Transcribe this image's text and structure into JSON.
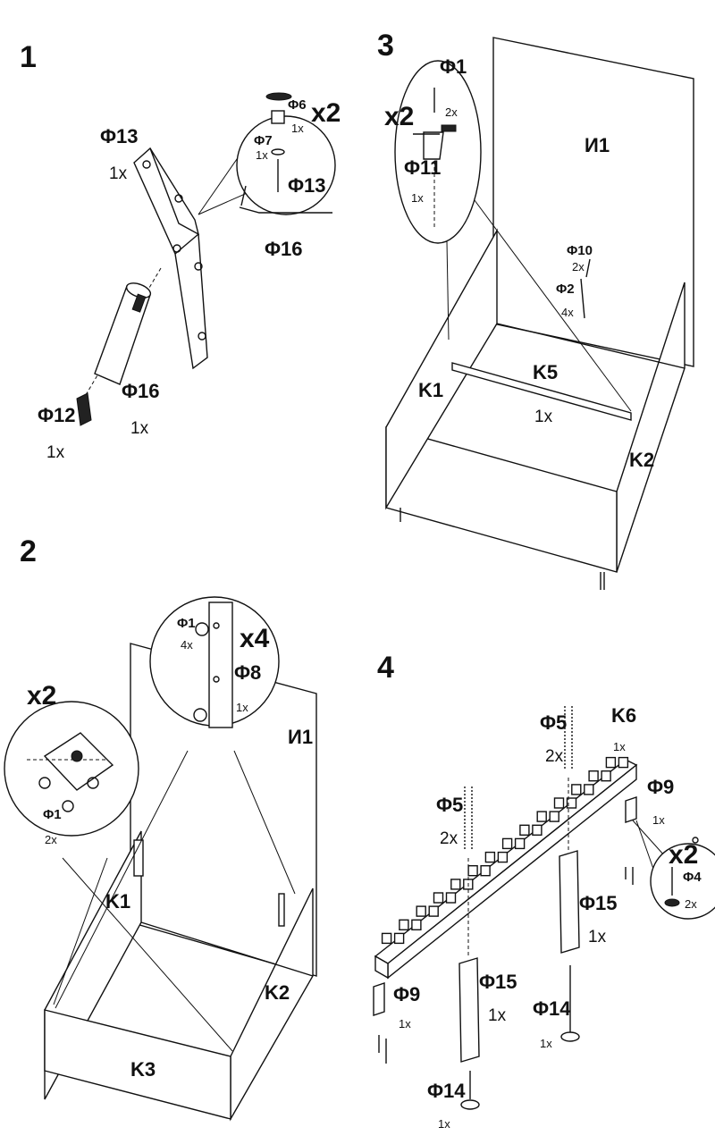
{
  "steps": [
    {
      "number": "1",
      "labels": {
        "f13": "Φ13",
        "f13_qty": "1x",
        "f16": "Φ16",
        "f16_qty": "1x",
        "f12": "Φ12",
        "f12_qty": "1x",
        "mult": "x2",
        "zoom_f6": "Φ6",
        "zoom_f6_qty": "1x",
        "zoom_f7": "Φ7",
        "zoom_f7_qty": "1x",
        "zoom_f13": "Φ13",
        "zoom_f16": "Φ16"
      }
    },
    {
      "number": "2",
      "labels": {
        "mult_left": "x2",
        "left_f1": "Φ1",
        "left_f1_qty": "2x",
        "mult_top": "x4",
        "top_f1": "Φ1",
        "top_f1_qty": "4x",
        "top_f8": "Φ8",
        "top_f8_qty": "1x",
        "i1": "И1",
        "k1": "K1",
        "k2": "K2",
        "k3": "K3"
      }
    },
    {
      "number": "3",
      "labels": {
        "f1": "Φ1",
        "f1_qty": "2x",
        "mult": "x2",
        "f11": "Φ11",
        "f11_qty": "1x",
        "i1": "И1",
        "f10": "Φ10",
        "f10_qty": "2x",
        "f2": "Φ2",
        "f2_qty": "4x",
        "k5": "K5",
        "k5_qty": "1x",
        "k1": "K1",
        "k2": "K2"
      }
    },
    {
      "number": "4",
      "labels": {
        "f5_a": "Φ5",
        "f5_a_qty": "2x",
        "k6": "K6",
        "k6_qty": "1x",
        "f5_b": "Φ5",
        "f5_b_qty": "2x",
        "f9_r": "Φ9",
        "f9_r_qty": "1x",
        "mult": "x2",
        "f4": "Φ4",
        "f4_qty": "2x",
        "f15_r": "Φ15",
        "f15_r_qty": "1x",
        "f15_l": "Φ15",
        "f15_l_qty": "1x",
        "f9_l": "Φ9",
        "f9_l_qty": "1x",
        "f14_r": "Φ14",
        "f14_r_qty": "1x",
        "f14_l": "Φ14",
        "f14_l_qty": "1x"
      }
    }
  ]
}
